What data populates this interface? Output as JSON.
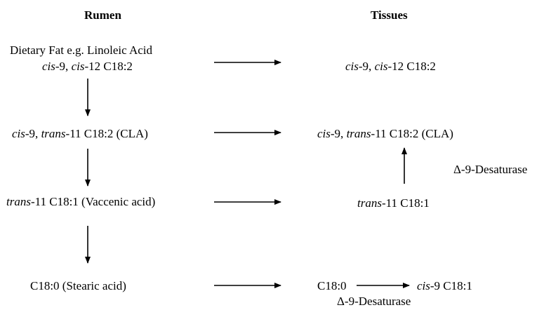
{
  "headers": {
    "rumen": "Rumen",
    "tissues": "Tissues"
  },
  "rumen": {
    "dietary_fat": "Dietary Fat e.g. Linoleic Acid",
    "linoleic": {
      "a": "cis",
      "b": "-9, ",
      "c": "cis",
      "d": "-12 C18:2"
    },
    "cla": {
      "a": "cis",
      "b": "-9, ",
      "c": "trans",
      "d": "-11 C18:2 (CLA)"
    },
    "vaccenic": {
      "a": "trans",
      "b": "-11 C18:1 (Vaccenic acid)"
    },
    "stearic": "C18:0 (Stearic acid)"
  },
  "tissues": {
    "linoleic": {
      "a": "cis",
      "b": "-9, ",
      "c": "cis",
      "d": "-12 C18:2"
    },
    "cla": {
      "a": "cis",
      "b": "-9, ",
      "c": "trans",
      "d": "-11 C18:2 (CLA)"
    },
    "desaturase_1": "Δ-9-Desaturase",
    "trans11": {
      "a": "trans",
      "b": "-11 C18:1"
    },
    "c180": "C18:0",
    "oleic": {
      "a": "cis",
      "b": "-9 C18:1"
    },
    "desaturase_2": "Δ-9-Desaturase"
  }
}
